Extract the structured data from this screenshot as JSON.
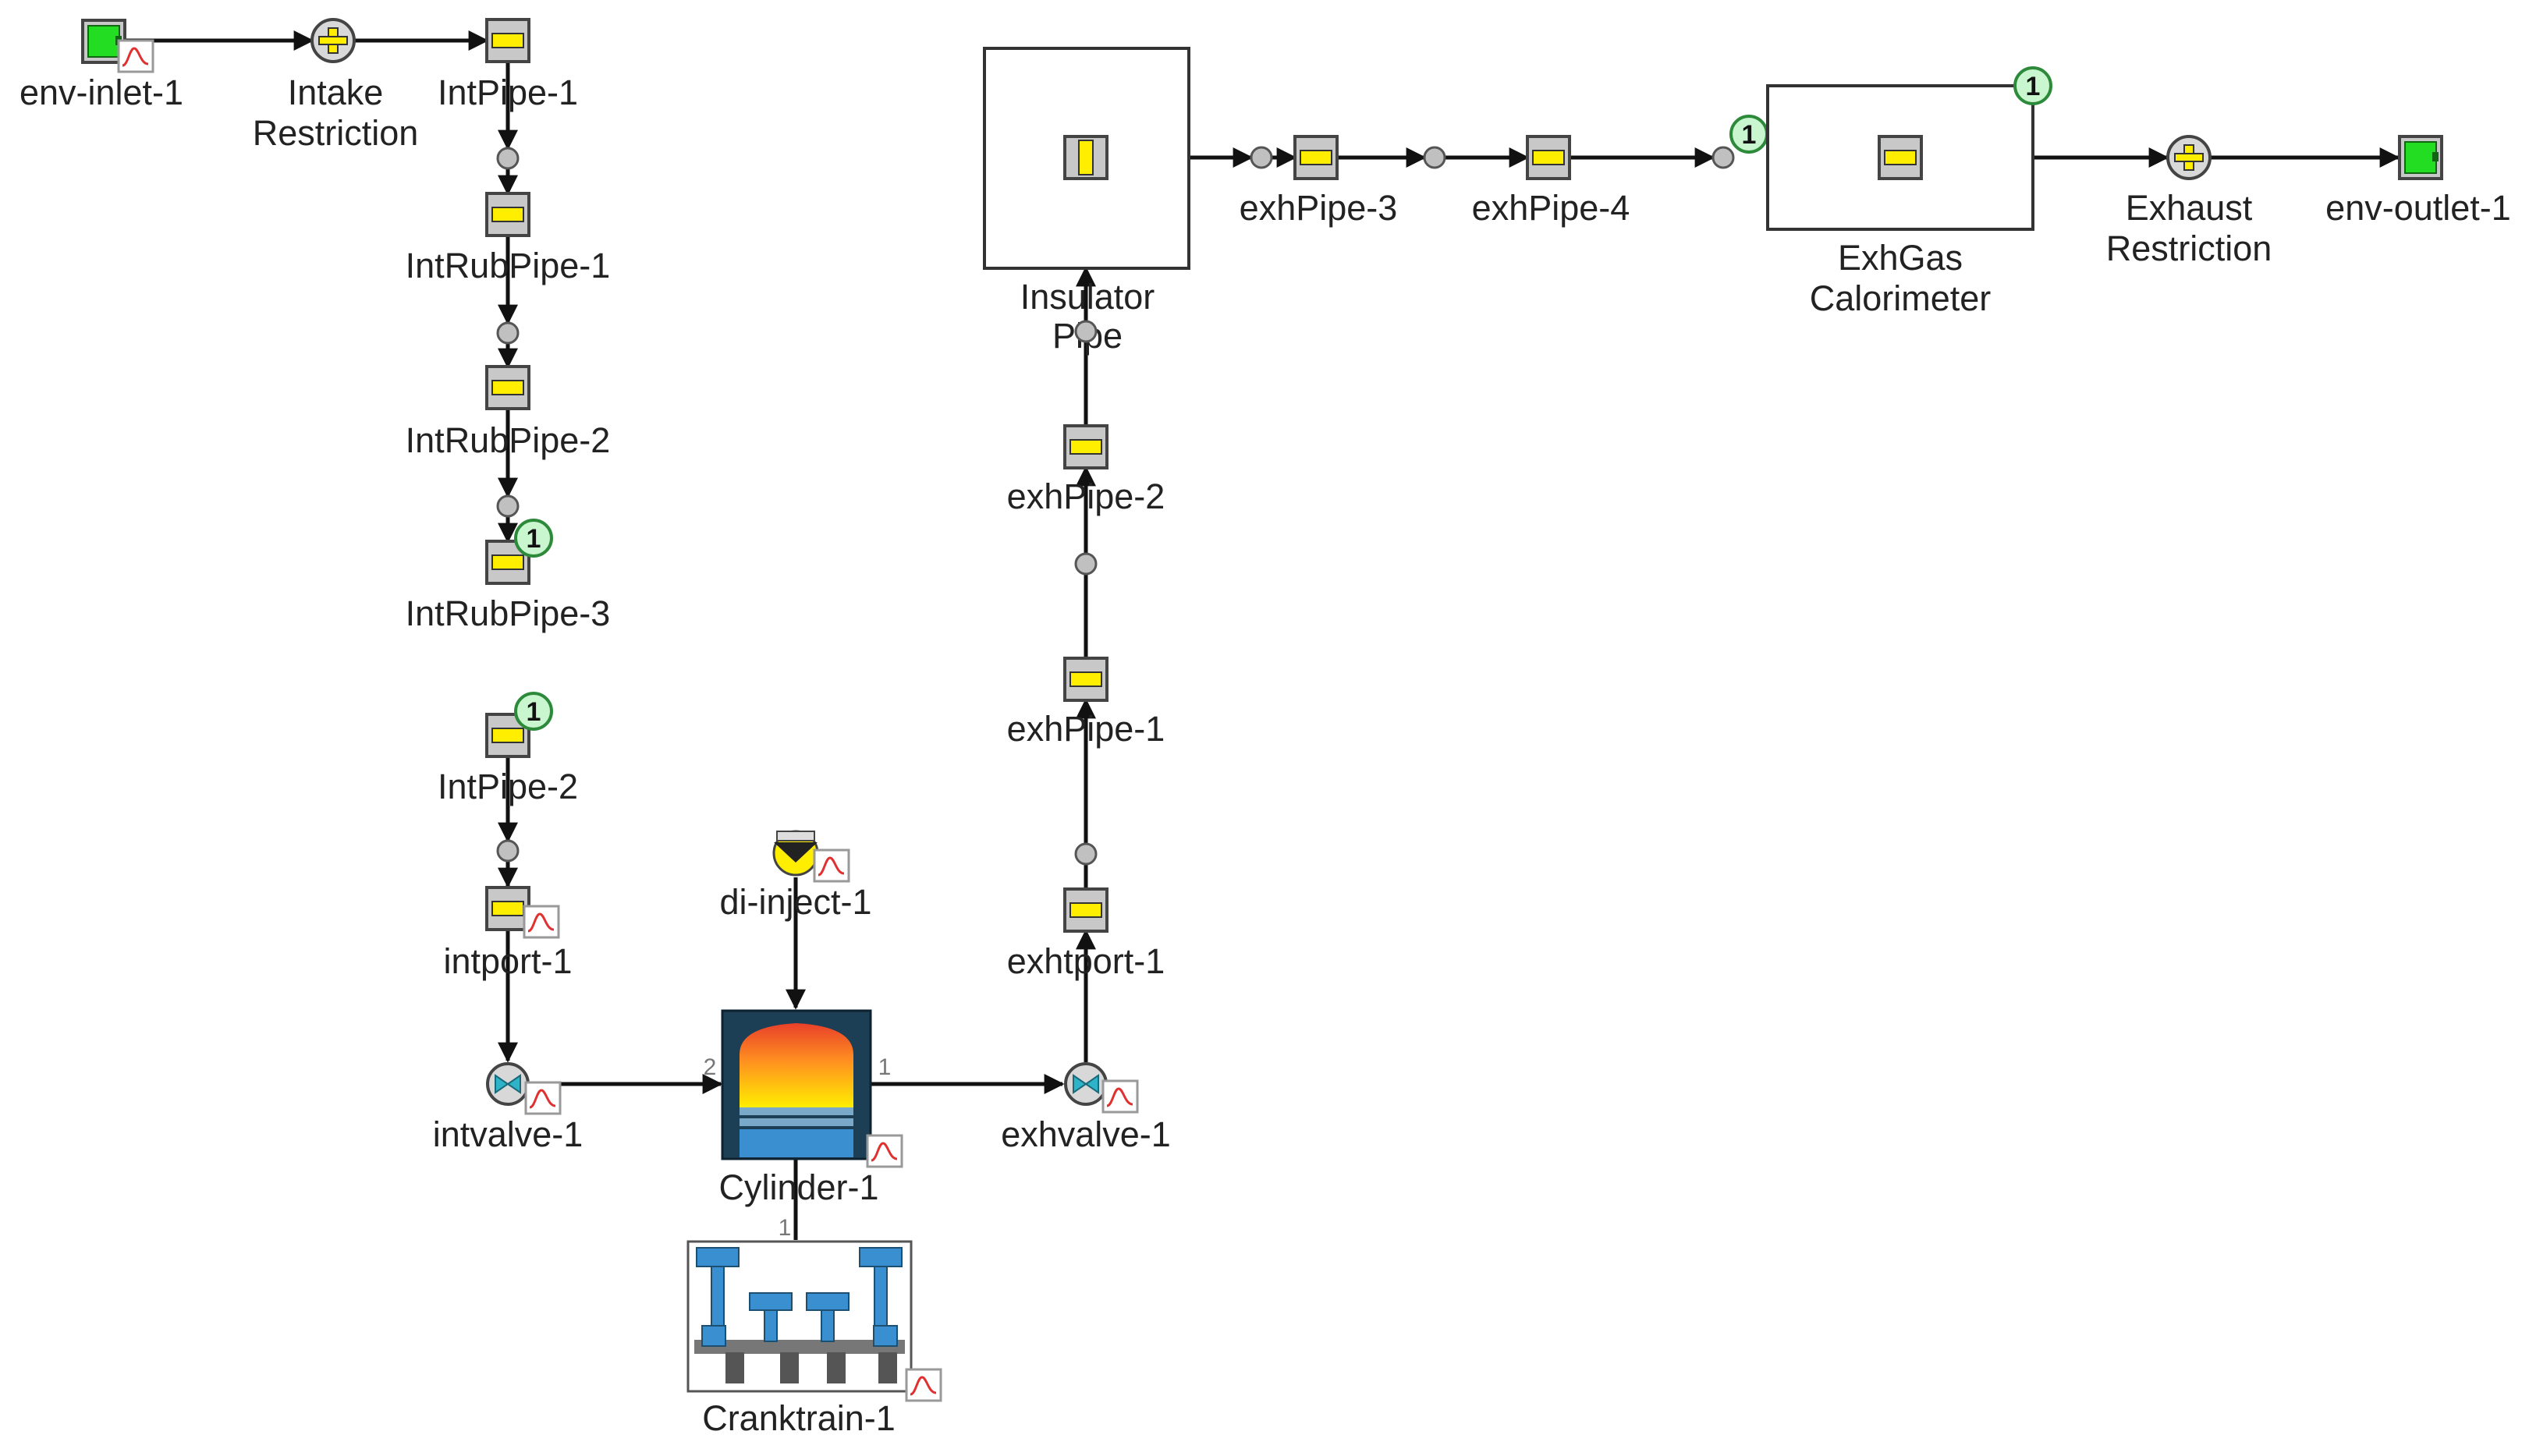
{
  "colors": {
    "connection": "#111111",
    "component_fill": "#c8c8c8",
    "component_border": "#444444",
    "pipe_yellow": "#ffee00",
    "env_green": "#22dd22",
    "badge_fill": "#c9f5cf",
    "badge_border": "#2c8a3a",
    "junction_fill": "#c0c0c0",
    "cylinder_dark": "#1d3f55",
    "crank_blue": "#3a8fd0",
    "plot_red": "#e03030"
  },
  "labels": {
    "env_inlet": "env-inlet-1",
    "intake_restriction_l1": "Intake",
    "intake_restriction_l2": "Restriction",
    "int_pipe_1": "IntPipe-1",
    "int_rub_pipe_1": "IntRubPipe-1",
    "int_rub_pipe_2": "IntRubPipe-2",
    "int_rub_pipe_3": "IntRubPipe-3",
    "int_pipe_2": "IntPipe-2",
    "intport": "intport-1",
    "intvalve": "intvalve-1",
    "di_inject": "di-inject-1",
    "cylinder": "Cylinder-1",
    "cranktrain": "Cranktrain-1",
    "exhvalve": "exhvalve-1",
    "exhtport": "exhtport-1",
    "exh_pipe_1": "exhPipe-1",
    "exh_pipe_2": "exhPipe-2",
    "insulator_l1": "Insulator",
    "insulator_l2": "Pipe",
    "exh_pipe_3": "exhPipe-3",
    "exh_pipe_4": "exhPipe-4",
    "calorimeter_l1": "ExhGas",
    "calorimeter_l2": "Calorimeter",
    "exhaust_restriction_l1": "Exhaust",
    "exhaust_restriction_l2": "Restriction",
    "env_outlet": "env-outlet-1"
  },
  "badges": {
    "int_rub_pipe_3": "1",
    "int_pipe_2": "1",
    "exh_link": "1",
    "calorimeter": "1"
  },
  "ports": {
    "cyl_intake": "2",
    "cyl_exhaust": "1",
    "cyl_crank": "1"
  }
}
